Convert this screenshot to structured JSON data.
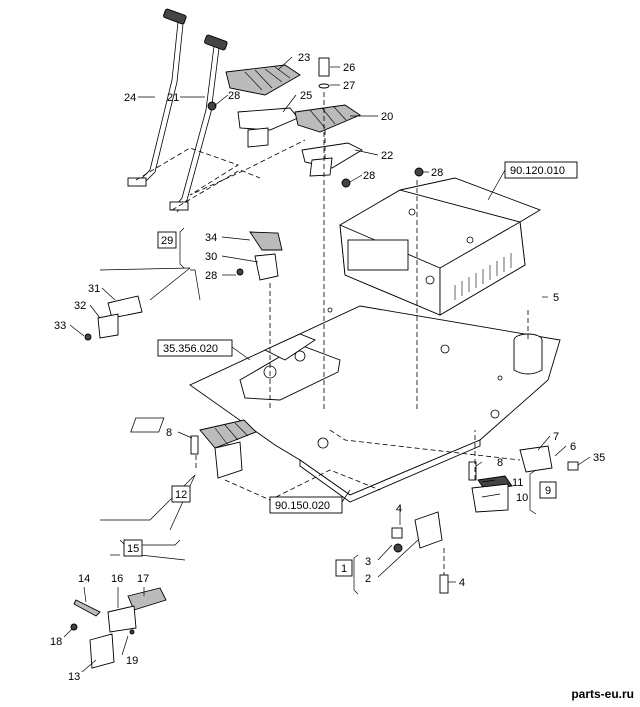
{
  "callouts": {
    "c1": "1",
    "c2": "2",
    "c3": "3",
    "c4a": "4",
    "c4b": "4",
    "c5": "5",
    "c6": "6",
    "c7": "7",
    "c8a": "8",
    "c8b": "8",
    "c9": "9",
    "c10": "10",
    "c11": "11",
    "c12": "12",
    "c13": "13",
    "c14": "14",
    "c15": "15",
    "c16": "16",
    "c17": "17",
    "c18": "18",
    "c19": "19",
    "c20": "20",
    "c21": "21",
    "c22": "22",
    "c23": "23",
    "c24": "24",
    "c25": "25",
    "c26": "26",
    "c27": "27",
    "c28a": "28",
    "c28b": "28",
    "c28c": "28",
    "c28d": "28",
    "c29": "29",
    "c30": "30",
    "c31": "31",
    "c32": "32",
    "c33": "33",
    "c34": "34",
    "c35": "35"
  },
  "references": {
    "ref_top": "90.120.010",
    "ref_mid": "35.356.020",
    "ref_low": "90.150.020"
  },
  "watermark": "parts-eu.ru"
}
